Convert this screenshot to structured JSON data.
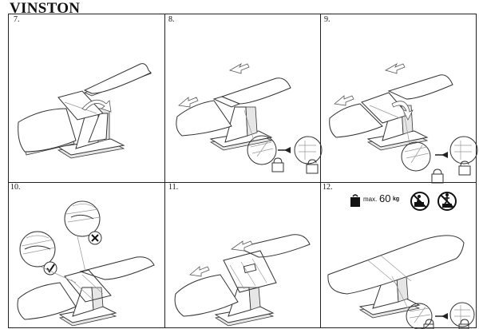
{
  "title": "VINSTON",
  "steps": [
    {
      "label": "7."
    },
    {
      "label": "8."
    },
    {
      "label": "9."
    },
    {
      "label": "10."
    },
    {
      "label": "11."
    },
    {
      "label": "12."
    }
  ],
  "weight_limit": {
    "prefix": "max.",
    "value": "60",
    "unit": "kg"
  },
  "icons": [
    "padlock-icon",
    "check-icon",
    "cross-icon",
    "weight-icon",
    "no-sit-icon",
    "no-stand-icon",
    "arrow-icon"
  ]
}
